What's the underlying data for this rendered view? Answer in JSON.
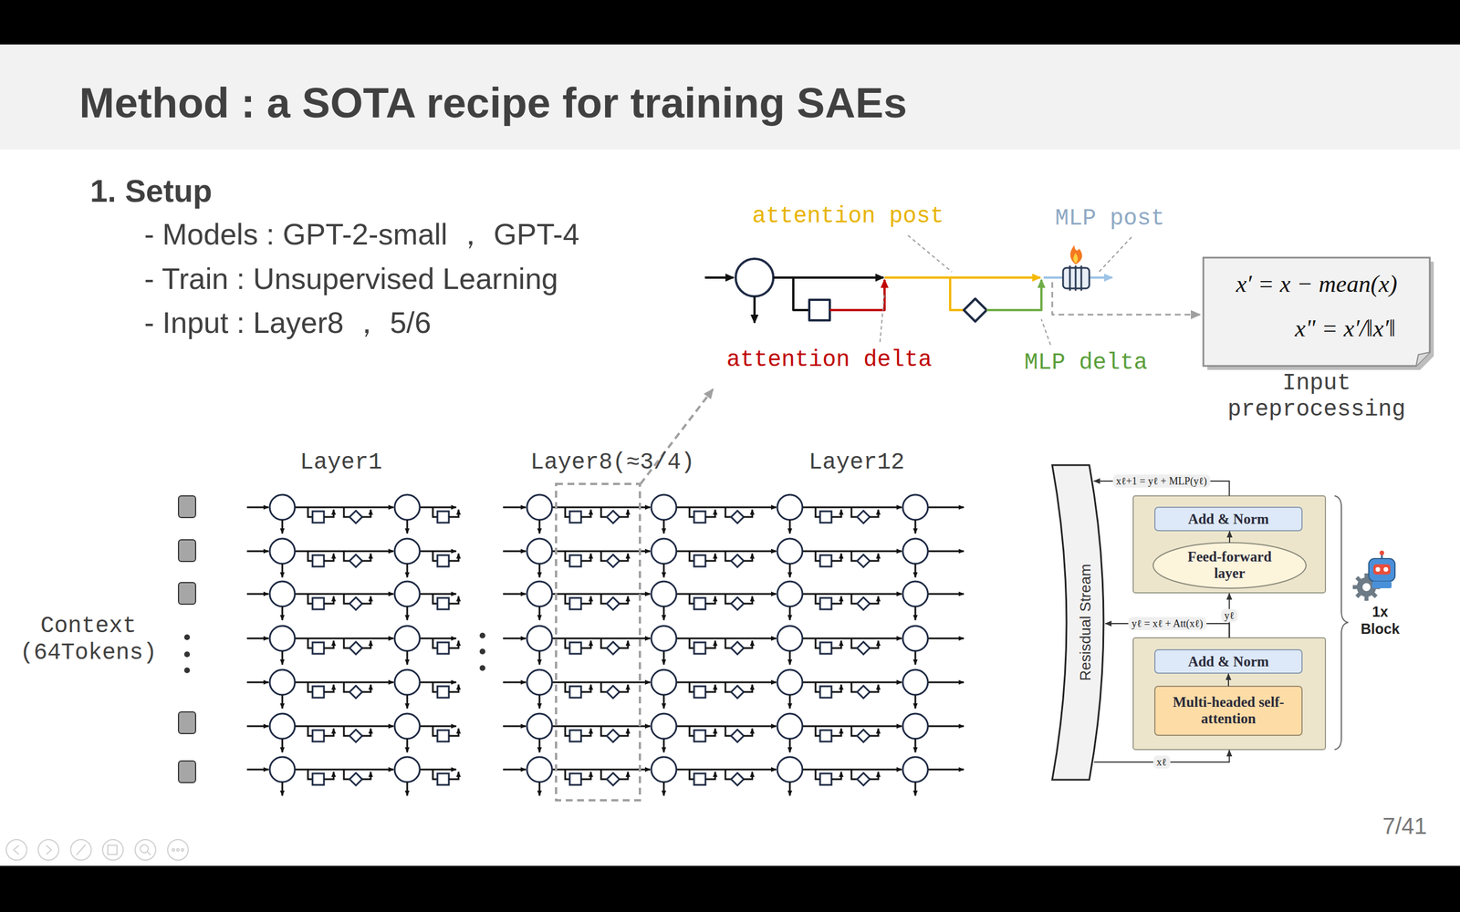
{
  "diagram": {
    "title": "Method : a SOTA recipe for training SAEs",
    "nodes": [
      {
        "text": [
          "x′ = x − mean(x)",
          "x\" = x′/‖x′‖",
          "Input preprocessing"
        ]
      },
      {
        "text": [
          "Resisdual Stream"
        ]
      },
      {
        "text": []
      },
      {
        "text": [
          "Add & Norm"
        ],
        "in": 2
      },
      {
        "text": [
          "Feed-forward layer"
        ],
        "in": 2
      },
      {
        "text": []
      },
      {
        "text": [
          "Add & Norm"
        ],
        "in": 5
      },
      {
        "text": [
          "Multi-headed self-attention"
        ],
        "in": 5
      }
    ],
    "edges": [
      {
        "from": 1,
        "to": 5,
        "arrow": "to",
        "label": "xℓ"
      },
      {
        "from": 5,
        "to": 1,
        "arrow": "to",
        "label": "yℓ = xℓ + Att(xℓ)"
      },
      {
        "from": 5,
        "to": 2,
        "arrow": "to",
        "label": "yℓ"
      },
      {
        "from": 2,
        "to": 1,
        "arrow": "to",
        "label": "xℓ+1 = yℓ + MLP(yℓ)"
      },
      {
        "from": 7,
        "to": 6,
        "arrow": "to"
      },
      {
        "from": 4,
        "to": 3,
        "arrow": "to"
      }
    ],
    "labels": [
      "1. Setup",
      "- Models : GPT-2-small ， GPT-4",
      "- Train : Unsupervised Learning",
      "- Input : Layer8 ， 5/6",
      "attention post",
      "MLP post",
      "attention delta",
      "MLP delta",
      "Layer1",
      "Layer8(≈3/4)",
      "Layer12",
      "Context (64Tokens)",
      "1x Block",
      "7/41"
    ]
  }
}
